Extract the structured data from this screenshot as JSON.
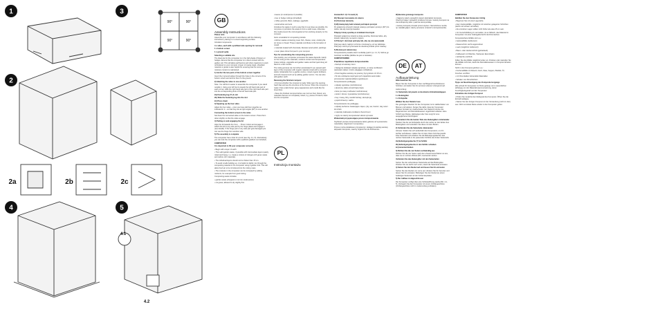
{
  "figures": {
    "steps": [
      "1",
      "2",
      "3",
      "4",
      "5",
      "2a",
      "2b",
      "2c",
      "4.1",
      "4.2"
    ],
    "temp_labels": [
      "90°",
      "90°",
      "90°",
      "90°"
    ]
  },
  "gb": {
    "badge": "GB",
    "title": "Assembly Instructions",
    "subtitle": "Please note",
    "paragraphs": [
      "Assemble your composter in accordance with the following instructions, placing it on a level supporting surface.",
      "Included components:",
      "4 x sides, each with a prefitted side opening for removal",
      "1 x bottom screen",
      "1 x ground spike",
      "Selecting a suitable site",
      "The ideal site for the composter is in the half-shade of flowers or hedges. Ensure that the composter is in direct contact with the garden soil. This will allow earthworms and other organisms to work unhindered on your compost. A layer of coarse twigs, shredded material or gravel is also helpful for ensuring that the correct moisture content is maintained.",
      "1) Anchor the two parts of the bottom screen together",
      "Insert the 4 ground spikes through the holes in the corners of the bottom screen and anchor them to the ground.",
      "2) Attaching the sides to one another",
      "Note: You will find it easier to assemble the composter if you stand outside it. Using your left foot to steady the left hand side part of each corner, slide the right hand side part of the right hand side part into the corresponding slots of the left hand side part.",
      "2a) Fastening lug (‘I’) & slot",
      "2b) Slide the fastening lug into the slot",
      "2c) Press down",
      "3) Squaring up the four sides",
      "Adjust the four sides – once you have slid them together as indicated in 2 – so that they are at right angles (90°) to one another.",
      "Connecting the bottom screen to the sides",
      "Set down the connected sides on the bottom screen. Press them down slightly so that the sides engage.",
      "4) Putting on and engaging the lid",
      "Align the lid towards the front, ... Press it down and engage it. Attach the lid to any side part by the hinge plates and engage it (see details). If the hinge part or any side part gets damaged you can use the hinge from another side.",
      "5) The assembly is complete",
      "The composter has a hole for a lock (see Fig. 4.1, 5). Alternatively you can lock the composter with a padlock (padlock not included).",
      "COMPOSTER",
      "It is important to fill your composter correctly",
      "• Begin with a layer of earth.",
      "• Then add garden waste, if possible with intermediate layers (easily rotted and heavy, i.e. create a mixture of nitrogen-rich green waste and carbon-rich materials).",
      "• The individual layers should not be thicker than 15 cm.",
      "• To avoid smells building up, it is helpful to lightly mix through the composting material in the composter using a garden fork. This will allow fresh air to be introduced into the rotting mass.",
      "• The moisture in the composter can be increased by adding nutrients, for example from good rotting.",
      "Composting waste includes:",
      "• garden waste (chopped or cut into small pieces)",
      "• cut grass, allowed to dry slightly first"
    ]
  },
  "gb2": {
    "paragraphs": [
      "• leaves (in small pieces if possible)",
      "• tree or hedge cuttings (shredded)",
      "• coffee grounds, filters, teabags, eggshells",
      "• wood ashes and soot",
      "Introduce the waste in such a way that it is as loose as possible. Do not press or pull down the waste to form a solid mass, otherwise this could prevent the microorganisms from working properly on the compost.",
      "Items unsuitable for composting include:",
      "• kitchen wastes containing meat, fish, cheese, soup, cooking fat, oil, bones or bread. These materials contribute to the formation of mould.",
      "• materials treated with chemicals, likewise wood polish, paintings",
      "• never place citrus fruit peel in your compost",
      "Tips for accelerating the composting process",
      "How quickly your composter processes the waste depends mainly on the mixing of the materials, moisture content and temperature. Grass cuttings, vegetable and garden waste and farmyard dung all blend in a few months.",
      "The rotting process can be further accelerated if you spread each layer of the composter with organic material mixed with a compost starter (obtainable from a garden centre), mixed organic fertilisers and soil compost such as by adding garden worms. You can also add garden earth.",
      "Removing the finished compost",
      "• First test whether the compost is ready. Slide open the opening hatch flap and see the structure of the humus. When the compost is ready it has a dark brown (grey) appearance and smells like the forest floor.",
      "• Sieve the finished compost before use (not too fine). Return any materials that are not completely rotted, e.g. pieces of branch, back into the composter."
    ]
  },
  "pl": {
    "badge": "PL",
    "title": "Instrukcja montażu",
    "paragraphs": [
      "Zestaw Ref. 4 (1 % mesh) 2)",
      "2b) Wsunąć mocowanie do otworu",
      "2c) Docisnąć elementy",
      "3) Wyrównaj kąty boki ścianek pod kątem prostym",
      "Po połączeniu czterech ścianek ustaw je pod kątem prostym (90°) do siebie, tak aby tworzyły kwadrat.",
      "Połączyć kratę spodnią ze ściankami bocznymi",
      "Postawić połączone ścianki na kratę spodnią. Docisnąć lekko, aby ścianki zaskoczyły na swoim miejscu.",
      "4) Położyć i docisnąć pokrywę lub, aby się ona wpasowała",
      "Pokrywę należy nałożyć od frontu i docisnąć ją, aż się zablokuje. Pokrywę można przymocować do dowolnej ścianki przez zawiasy.",
      "5) Montaż jest zakończony",
      "Kompostownik posiada otwór na kłódkę (patrz rys. 4.1, 5). Można go zamknąć na kłódkę (kłódka nie jest w zestawie).",
      "KOMPOSTOWNIK",
      "Prawidłowe napełnianie kompostownika",
      "• Zacząć od warstwy ziemi.",
      "• Następnie dodawać odpady ogrodowe, w miarę możliwości warstwami (łatwo i trudno ulegające rozkładowi).",
      "• Poszczególne warstwy nie powinny być grubsze niż 15 cm.",
      "• W celu uniknięcia nieprzyjemnych zapachów warto lekko przemieszać materiał widłami ogrodowymi.",
      "Kompostowaniu podlegają:",
      "• odpady ogrodowe (rozdrobnione)",
      "• skoszona, lekko przeschnięta trawa",
      "• liście (w miarę możliwości rozdrobnione)",
      "• ścinki z drzew i żywopłotów (rozdrobnione)",
      "• fusy z kawy, filtry, torebki herbaty, skorupki jaj",
      "• popiół drzewny i sadza",
      "Kompostowaniu nie podlegają:",
      "• odpady kuchenne zawierające mięso, ryby, ser, tłuszcz, olej, kości lub chleb",
      "• materiały traktowane środkami chemicznymi",
      "• nigdy nie należy kompostować skórek cytrusów",
      "Wskazówki przyspieszające proces kompostowania",
      "Szybkość procesu kompostowania zależy głównie od wymieszania materiałów, wilgotności i temperatury.",
      "Proces można dodatkowo przyspieszyć, dodając do każdej warstwy aktywator kompostu, nawozy organiczne lub dżdżownice."
    ]
  },
  "pl2": {
    "paragraphs": [
      "Wybieranie gotowego kompostu",
      "• Najpierw należy sprawdzić stopień dojrzałości kompostu. Otworzyć klapę i sprawdzić strukturę humusu. Gotowy kompost ma ciemnobrązowy kolor i pachnie leśną ściółką.",
      "• Gotowy kompost przesiać przed użyciem. Nierozłożone resztki, np. kawałki gałęzi, należy ponownie umieścić w kompostowniku."
    ]
  },
  "de": {
    "badges": [
      "DE",
      "AT"
    ],
    "title": "Aufbauanleitung",
    "paragraphs": [
      "Bitte beachten Sie",
      "Bauen Sie den Komposter in den nachfolgend beschriebenen Schritten und stellen Sie ihn auf einen ebenen Untergrund auf.",
      "Lieferumfang:",
      "4 x Seitenteile mit jeweils vormontierten Entnahmeklappen",
      "1 x Bodengitter",
      "1 x Erdspieße",
      "Wählen Sie den Standort aus",
      "Der günstigste Standort für den Komposter ist im Halbschatten von Blumen und Hecken. Sorgen Sie dafür, dass der Komposter direkten Kontakt zum Gartenboden hat. Dadurch können die Regenwürmer und Kleinstlebewesen ungehindert arbeiten. Eine Schicht aus Reisig, Häckselgut oder Kies sorgt für eine ausgeglichene Feuchtigkeit.",
      "1) Verankern Sie die beiden Teile des Bodengitters miteinander",
      "Stecken Sie die vier Erdspieße durch die Löcher an den Ecken des Bodengitters und verankern Sie diese mit dem Boden.",
      "2) Verbinden Sie die Seitenteile miteinander",
      "Hinweis: Stellen Sie sich außerhalb des Komposters, um ihn leichter aufzubauen. Halten Sie mit dem linken Fuß das jeweils linke Seitenteil und schieben Sie die Befestigungslaschen des rechten Seitenteils in die passenden Schlitze des linken Seitenteils.",
      "2a) Befestigungslasche (‘I’) & Schlitz",
      "2b) Befestigungslasche in den Schlitz schieben",
      "2c) Herunterdrücken",
      "3) Richten Sie die vier Seiten rechtwinklig aus",
      "Richten Sie die vier Seiten nach dem Zusammenschieben so aus, dass sie im rechten Winkel (90°) zueinander stehen.",
      "Verbinden Sie das Bodengitter mit den Seitenteilen",
      "Setzen Sie die verbundenen Seitenteile auf das Bodengitter. Drücken Sie sie leicht nach unten, damit die Seitenteile einrasten.",
      "4) Setzen Sie den Deckel auf und lassen Sie ihn einrasten",
      "Setzen Sie den Deckel von vorne auf, drücken Sie ihn herunter und lassen Sie ihn einrasten. Befestigen Sie den Deckel an einem beliebigen Seitenteil mit den Scharnierplatten.",
      "5) Der Aufbau ist abgeschlossen",
      "Der Komposter verfügt über eine Schlossöffnung (siehe Abb. 4.1, 5). Verriegeln Sie den Komposter mit einem Vorhängeschloss (Vorhängeschloss nicht im Lieferumfang enthalten)."
    ]
  },
  "de2": {
    "paragraphs": [
      "KOMPOSTER",
      "Befüllen Sie den Komposter richtig",
      "• Beginnen Sie mit einer Lage Erde.",
      "• dann Gartenabfälle, möglichst mit zwischen gelagerten Schichten (leicht und schwer verrottbar).",
      "• die einzelnen Lagen sollten nicht höher als etwa 15 cm sein.",
      "• Um Geruchsbildung zu vermeiden, ist es hilfreich, das Material im Komposter mit einer Grabegabel leicht durchzumischen.",
      "Kompostierbare Abfälle sind u.a.:",
      "• Gartenabfälle (zerkleinert)",
      "• Rasenschnitt, leicht angetrocknet",
      "• Laub (möglichst zerkleinert)",
      "• Baum- oder Heckenschnitt (gehäckselt)",
      "• Kaffeesatz mit Filtertüte, Teebeutel, Eierschalen",
      "• Holzasche und Ruß",
      "Füllen Sie die Abfälle möglichst locker ein. Drücken oder stampfen Sie die Abfälle nicht fest, damit die Kleinstlebewesen im Kompost arbeiten können.",
      "Nicht in den Kompost gehören u.a.:",
      "• Küchenabfälle mit Fleisch, Fisch, Käse, Suppen, Bratfett, Öl, Knochen und Brot.",
      "• mit Chemikalien behandelte Materialien",
      "• Schalen von Zitrusfrüchten",
      "Tipps zur Beschleunigung des Kompostiervorgangs",
      "Wie schnell Ihr Komposter zur Rotte gelangt, ist im wesentlichen abhängig von der Materialzusammensetzung, deren Feuchtigkeitsgehalt und der Temperatur.",
      "Entnahme des fertigen Kompost",
      "• Prüfen Sie zunächst den Reifegrad des Komposts. Öffnen Sie die Entnahmeklappe.",
      "• Sieben Sie den fertigen Kompost vor der Verwendung (nicht zu fein) aus. Nicht verrottete Reste wieder in den Komposter geben."
    ]
  }
}
